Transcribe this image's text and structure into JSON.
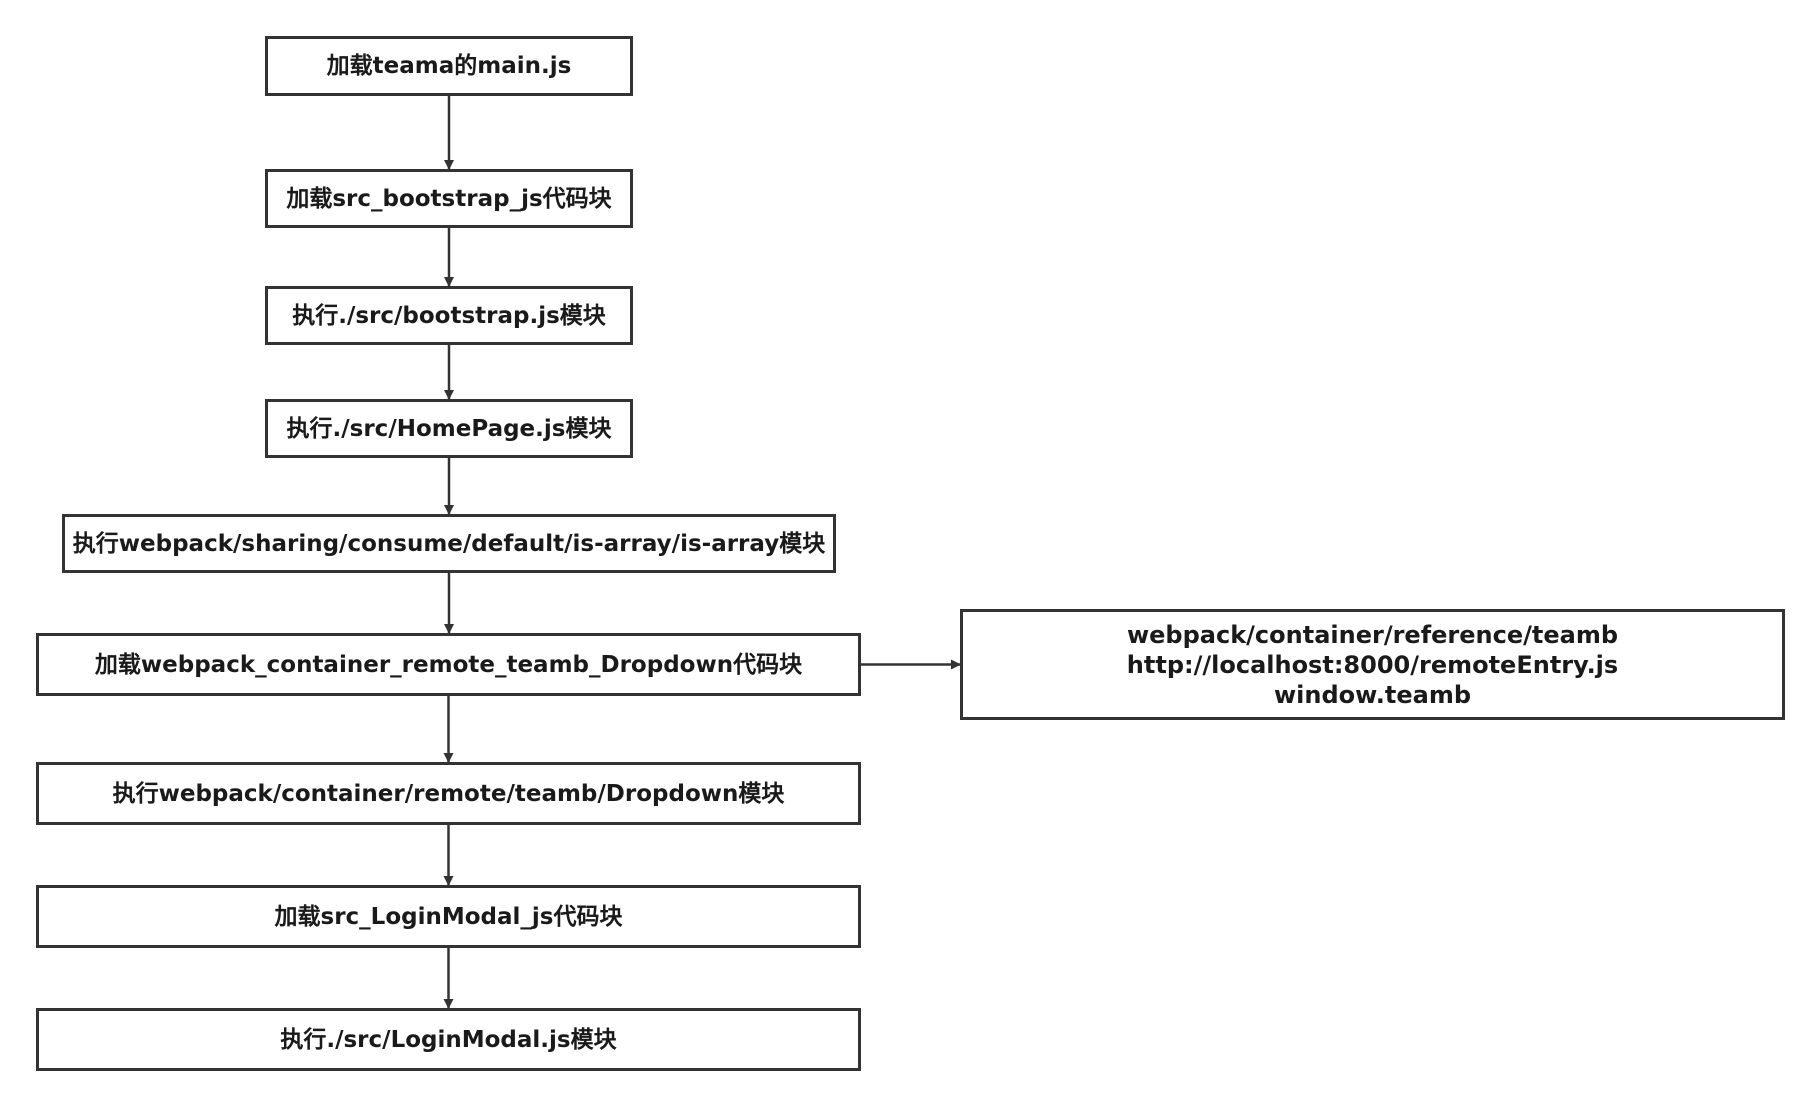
{
  "diagram": {
    "nodes": [
      {
        "id": "n1",
        "label": "加载teama的main.js"
      },
      {
        "id": "n2",
        "label": "加载src_bootstrap_js代码块"
      },
      {
        "id": "n3",
        "label": "执行./src/bootstrap.js模块"
      },
      {
        "id": "n4",
        "label": "执行./src/HomePage.js模块"
      },
      {
        "id": "n5",
        "label": "执行webpack/sharing/consume/default/is-array/is-array模块"
      },
      {
        "id": "n6",
        "label": "加载webpack_container_remote_teamb_Dropdown代码块"
      },
      {
        "id": "n7",
        "label": "执行webpack/container/remote/teamb/Dropdown模块"
      },
      {
        "id": "n8",
        "label": "加载src_LoginModal_js代码块"
      },
      {
        "id": "n9",
        "label": "执行./src/LoginModal.js模块"
      },
      {
        "id": "n10",
        "lines": [
          "webpack/container/reference/teamb",
          "http://localhost:8000/remoteEntry.js",
          "window.teamb"
        ]
      }
    ],
    "edges": [
      {
        "from": "n1",
        "to": "n2"
      },
      {
        "from": "n2",
        "to": "n3"
      },
      {
        "from": "n3",
        "to": "n4"
      },
      {
        "from": "n4",
        "to": "n5"
      },
      {
        "from": "n5",
        "to": "n6"
      },
      {
        "from": "n6",
        "to": "n7"
      },
      {
        "from": "n7",
        "to": "n8"
      },
      {
        "from": "n8",
        "to": "n9"
      },
      {
        "from": "n6",
        "to": "n10"
      }
    ],
    "colors": {
      "stroke": "#333333",
      "text": "#1a1a1a",
      "background": "#ffffff"
    }
  }
}
